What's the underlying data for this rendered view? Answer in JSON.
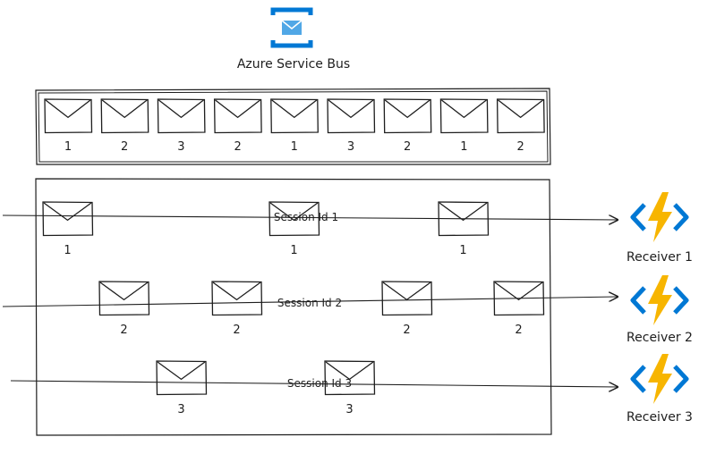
{
  "service": {
    "name": "Azure Service Bus",
    "icon": "service-bus-icon",
    "accent": "#0078d4"
  },
  "queue": {
    "messages": [
      "1",
      "2",
      "3",
      "2",
      "1",
      "3",
      "2",
      "1",
      "2"
    ]
  },
  "sessions": [
    {
      "label": "Session Id 1",
      "messages": [
        "1",
        "1",
        "1"
      ],
      "receiver": "Receiver 1"
    },
    {
      "label": "Session Id 2",
      "messages": [
        "2",
        "2",
        "2",
        "2"
      ],
      "receiver": "Receiver 2"
    },
    {
      "label": "Session Id 3",
      "messages": [
        "3",
        "3"
      ],
      "receiver": "Receiver 3"
    }
  ],
  "icons": {
    "envelope": "envelope-icon",
    "receiver": "azure-function-icon",
    "receiver_colors": {
      "bolt": "#f7b500",
      "brackets": "#0078d4"
    }
  }
}
